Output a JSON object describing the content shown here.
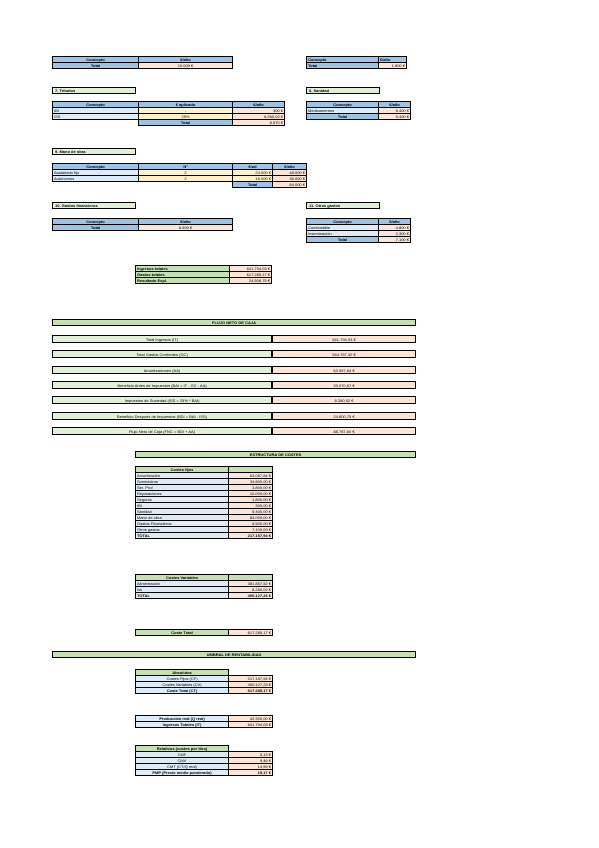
{
  "t_top_left": {
    "h1": "Concepto",
    "h2": "€/año",
    "l": "Total",
    "v": "10.000 €"
  },
  "t_top_right": {
    "h1": "Concepto",
    "h2": "€/año",
    "l": "Total",
    "v": "1.800 €"
  },
  "sec7": "7. Tributos",
  "sec8": "8. Sanidad",
  "tributos": {
    "headers": [
      "Concepto",
      "€ aplicado",
      "€/año"
    ],
    "rows": [
      [
        "IBI",
        "-",
        "300 €"
      ],
      [
        "ISS",
        "25%",
        "8.260,02 €"
      ]
    ],
    "total_label": "Total",
    "total_value": "8.570 €"
  },
  "sanidad": {
    "headers": [
      "Concepto",
      "€/año"
    ],
    "rows": [
      [
        "Medicamentos",
        "5.400 €"
      ]
    ],
    "total_label": "Total",
    "total_value": "5.400 €"
  },
  "sec9": "9. Mano de obra",
  "mano": {
    "headers": [
      "Concepto",
      "Nº",
      "€/ud",
      "€/año"
    ],
    "rows": [
      [
        "Asalariado fijo",
        "2",
        "24.000 €",
        "48.000 €"
      ],
      [
        "Autónomos",
        "2",
        "18.000 €",
        "36.000 €"
      ]
    ],
    "total_label": "Total",
    "total_value": "84.000 €"
  },
  "sec10": "10. Gastos financieros",
  "sec11": "11. Otros gastos",
  "financieros": {
    "h1": "Concepto",
    "h2": "€/año",
    "l": "Total",
    "v": "6.500 €"
  },
  "otros": {
    "headers": [
      "Concepto",
      "€/año"
    ],
    "rows": [
      [
        "Combustible",
        "4.800 €"
      ],
      [
        "Inseminación",
        "2.300 €"
      ]
    ],
    "total_label": "Total",
    "total_value": "7.100 €"
  },
  "resumen": [
    [
      "Ingresos totales",
      "641.794,03 €"
    ],
    [
      "Gastos totales",
      "617.285,17 €"
    ],
    [
      "Resultado Expl.",
      "24.508,75 €"
    ]
  ],
  "flujo_title": "FLUJO NETO DE CAJA",
  "flujo": [
    [
      "Total Ingresos (IT)",
      "641.794,93 €"
    ],
    [
      "Total Gastos Corrientes (GC)",
      "544.757,32 €"
    ],
    [
      "Amortizaciones (AA)",
      "63.957,84 €"
    ],
    [
      "Beneficio Antes de Impuestos (BAI = IT - GC - AA)",
      "33.070,67 €"
    ],
    [
      "Impuestos de Sociedad (ISS = 25% * BAI)",
      "8.260,92 €"
    ],
    [
      "Beneficio Después de Impuestos (BDI = BAI - ISS)",
      "24.800,75 €"
    ],
    [
      "Flujo Neto de Caja (FNC = BDI + AA)",
      "88.767,60 €"
    ]
  ],
  "estructura_title": "ESTRUCTURA DE COSTES",
  "fijos": {
    "header": "Costes fijos",
    "rows": [
      [
        "Amortización",
        "63.057,84 €"
      ],
      [
        "Suministros",
        "34.800,00 €"
      ],
      [
        "Ser. Prof",
        "3.800,00 €"
      ],
      [
        "Reparaciones",
        "10.000,00 €"
      ],
      [
        "Seguros",
        "1.800,00 €"
      ],
      [
        "IBI",
        "300,00 €"
      ],
      [
        "Sanidad",
        "5.400,00 €"
      ],
      [
        "Mano de obra",
        "84.000,00 €"
      ],
      [
        "Gastos Financieros",
        "6.500,00 €"
      ],
      [
        "Otros gastos",
        "7.100,00 €"
      ]
    ],
    "total_label": "TOTAL",
    "total_value": "217.157,94 €"
  },
  "variables": {
    "header": "Costes Variables",
    "rows": [
      [
        "Alimentación",
        "381.857,52 €"
      ],
      [
        "Iss",
        "8.260,02 €"
      ]
    ],
    "total_label": "TOTAL",
    "total_value": "400.127,23 €"
  },
  "coste_total": {
    "l": "Coste Total",
    "v": "617.285,17 €"
  },
  "umbral_title": "UMBRAL DE RENTABILIDAD",
  "absolutos": {
    "header": "Absolutos",
    "rows": [
      [
        "Costes Fijos (CF)",
        "217.157,94 €"
      ],
      [
        "Costes Variables (CV)",
        "400.127,23 €"
      ],
      [
        "Coste Total (CT)",
        "617.285,17 €"
      ]
    ]
  },
  "produccion": [
    [
      "Producción real (Q real)",
      "42.300,00 €"
    ],
    [
      "Ingresos Totales (IT)",
      "641.794,03 €"
    ]
  ],
  "relativos": {
    "header": "Relativos (costes por litro)",
    "rows": [
      [
        "CMF",
        "5,13 €"
      ],
      [
        "CMV",
        "9,46 €"
      ],
      [
        "CMT (CT/Q real)",
        "14,59 €"
      ],
      [
        "PMP (Precio medio ponderado)",
        "15,17 €"
      ]
    ]
  }
}
